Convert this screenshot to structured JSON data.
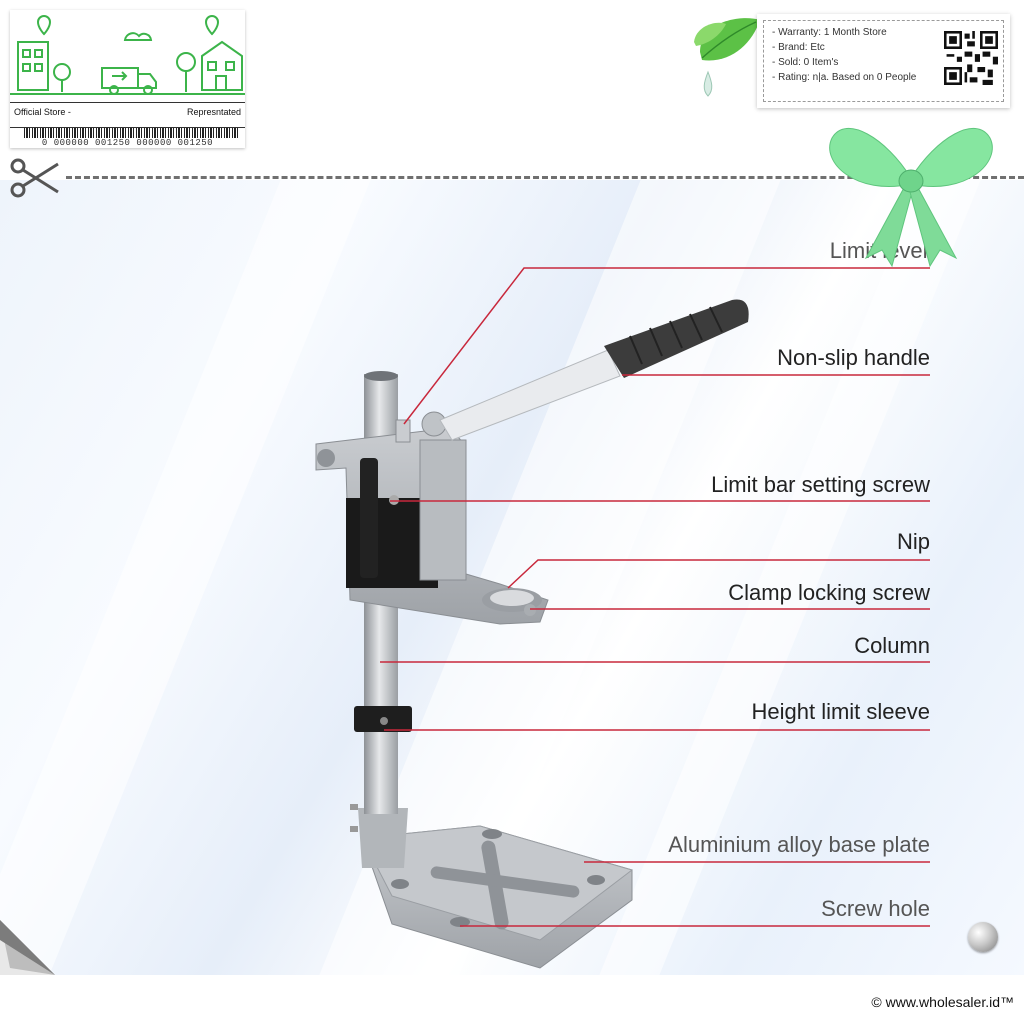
{
  "store_card": {
    "left_label": "Official Store -",
    "right_label": "Represntated",
    "barcode_number": "0 000000 001250 000000 001250"
  },
  "info_box": {
    "lines": [
      "- Warranty: 1 Month Store",
      "- Brand: Etc",
      "- Sold: 0 Item's",
      "- Rating: n|a. Based on 0 People"
    ]
  },
  "callouts": [
    {
      "label": "Limit lever"
    },
    {
      "label": "Non-slip handle"
    },
    {
      "label": "Limit bar setting screw"
    },
    {
      "label": "Nip"
    },
    {
      "label": "Clamp locking screw"
    },
    {
      "label": "Column"
    },
    {
      "label": "Height limit sleeve"
    },
    {
      "label": "Aluminium alloy base plate"
    },
    {
      "label": "Screw hole"
    }
  ],
  "footer": {
    "copyright": "© www.wholesaler.id™"
  },
  "colors": {
    "callout_line": "#c8283c",
    "store_green": "#3cb44a",
    "bow_green": "#7fe39a"
  }
}
